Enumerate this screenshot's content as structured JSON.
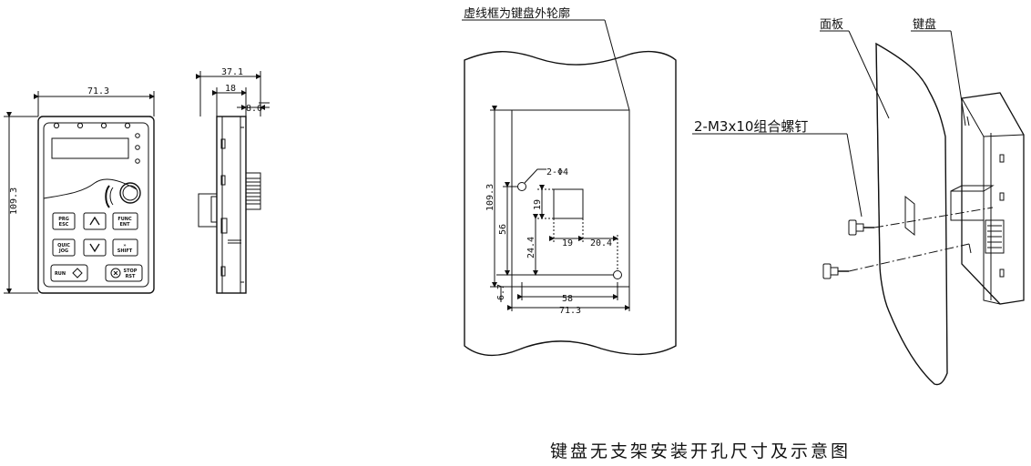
{
  "front_view": {
    "width_label": "71.3",
    "height_label": "109.3",
    "keys": {
      "prog": [
        "PRG",
        "ESC"
      ],
      "func": [
        "FUNC",
        "ENT"
      ],
      "quick": [
        "QUIC",
        "JOG"
      ],
      "shift": [
        "»",
        "SHIFT"
      ],
      "run": "RUN",
      "stop": [
        "STOP",
        "RST"
      ]
    }
  },
  "side_view": {
    "width_label": "37.1",
    "body_label": "18",
    "flange_label": "8.6"
  },
  "cutout": {
    "outline_note": "虚线框为键盘外轮廓",
    "hole_label": "2-Φ4",
    "outer_height_label": "109.3",
    "inner_height_label": "56",
    "window_height_label": "19",
    "window_offset_label": "24.4",
    "window_width_label": "19",
    "window_to_edge_label": "20.4",
    "bottom_offset_label": "6.7",
    "hole_span_label": "58",
    "outer_width_label": "71.3"
  },
  "mounting": {
    "panel_label": "面板",
    "keypad_label": "键盘",
    "screw_label": "2-M3x10组合螺钉"
  },
  "caption": "键盘无支架安装开孔尺寸及示意图"
}
